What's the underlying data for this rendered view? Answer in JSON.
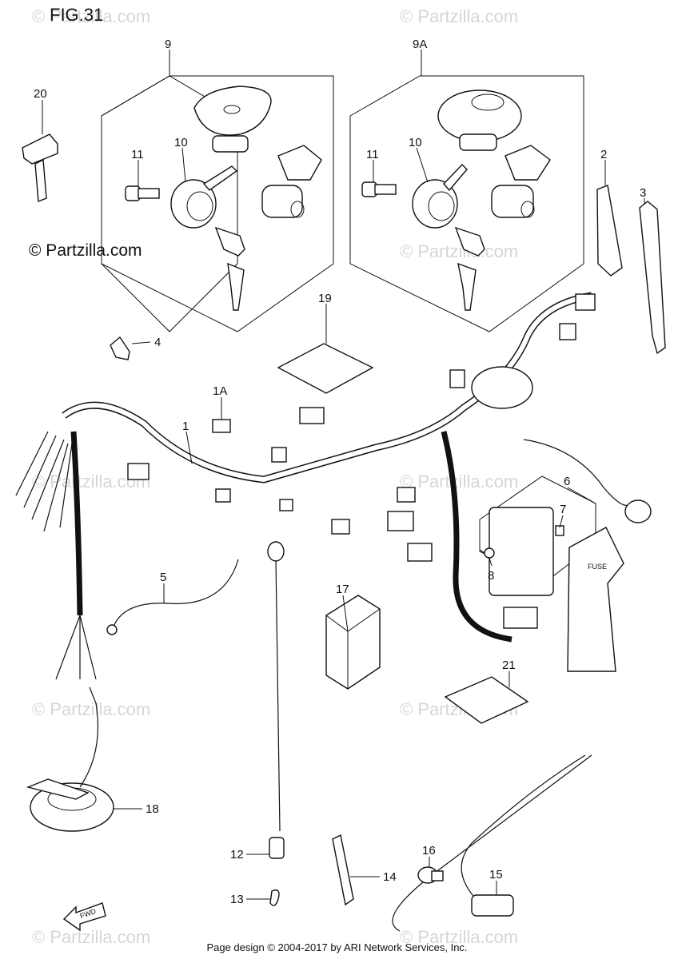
{
  "figure": {
    "title": "FIG.31",
    "copyright": "© Partzilla.com",
    "watermark": "© Partzilla.com",
    "footer": "Page design © 2004-2017 by ARI Network Services, Inc."
  },
  "callouts": {
    "c1": "1",
    "c1a": "1A",
    "c2": "2",
    "c3": "3",
    "c4": "4",
    "c5": "5",
    "c6": "6",
    "c7": "7",
    "c8": "8",
    "c9": "9",
    "c9a": "9A",
    "c10a": "10",
    "c10b": "10",
    "c11a": "11",
    "c11b": "11",
    "c12": "12",
    "c13": "13",
    "c14": "14",
    "c15": "15",
    "c16": "16",
    "c17": "17",
    "c18": "18",
    "c19": "19",
    "c20": "20",
    "c21": "21"
  },
  "fuse_box_label": "FUSE",
  "fwd_label": "FWD"
}
